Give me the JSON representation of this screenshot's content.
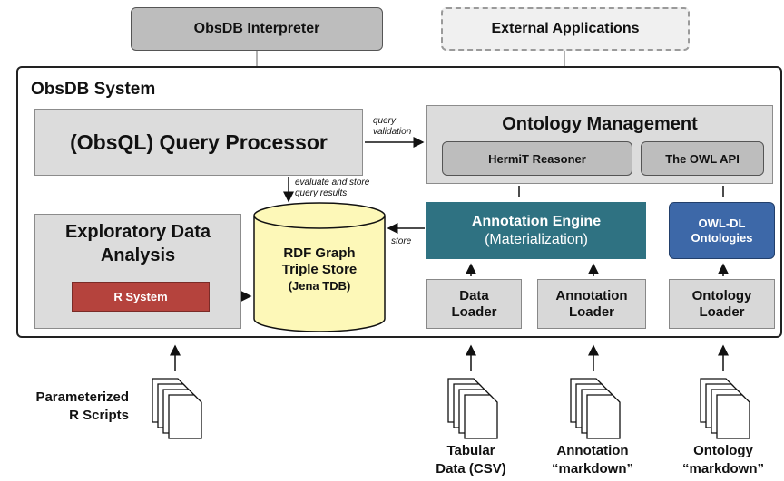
{
  "top": {
    "interpreter": "ObsDB Interpreter",
    "external_apps": "External Applications"
  },
  "system": {
    "title": "ObsDB System",
    "query_processor": "(ObsQL) Query Processor",
    "query_validation": [
      "query",
      "validation"
    ],
    "ontology_management": "Ontology Management",
    "hermit": "HermiT Reasoner",
    "owl_api": "The OWL API",
    "evaluate_store": [
      "evaluate and store",
      "query results"
    ],
    "exploratory": [
      "Exploratory Data",
      "Analysis"
    ],
    "r_system": "R System",
    "triple_store": [
      "RDF Graph",
      "Triple Store",
      "(Jena TDB)"
    ],
    "store_label": "store",
    "annotation_engine": "Annotation Engine",
    "materialization": "(Materialization)",
    "owl_dl": [
      "OWL-DL",
      "Ontologies"
    ],
    "data_loader": [
      "Data",
      "Loader"
    ],
    "annotation_loader": [
      "Annotation",
      "Loader"
    ],
    "ontology_loader": [
      "Ontology",
      "Loader"
    ]
  },
  "inputs": {
    "r_scripts": [
      "Parameterized",
      "R Scripts"
    ],
    "tabular": [
      "Tabular",
      "Data (CSV)"
    ],
    "annotation_md": [
      "Annotation",
      "“markdown”"
    ],
    "ontology_md": [
      "Ontology",
      "“markdown”"
    ]
  },
  "colors": {
    "annotation_engine": "#2f7282",
    "owl_dl": "#3d68a8",
    "r_system": "#b5433d",
    "triple_store": "#fdf8b8"
  }
}
